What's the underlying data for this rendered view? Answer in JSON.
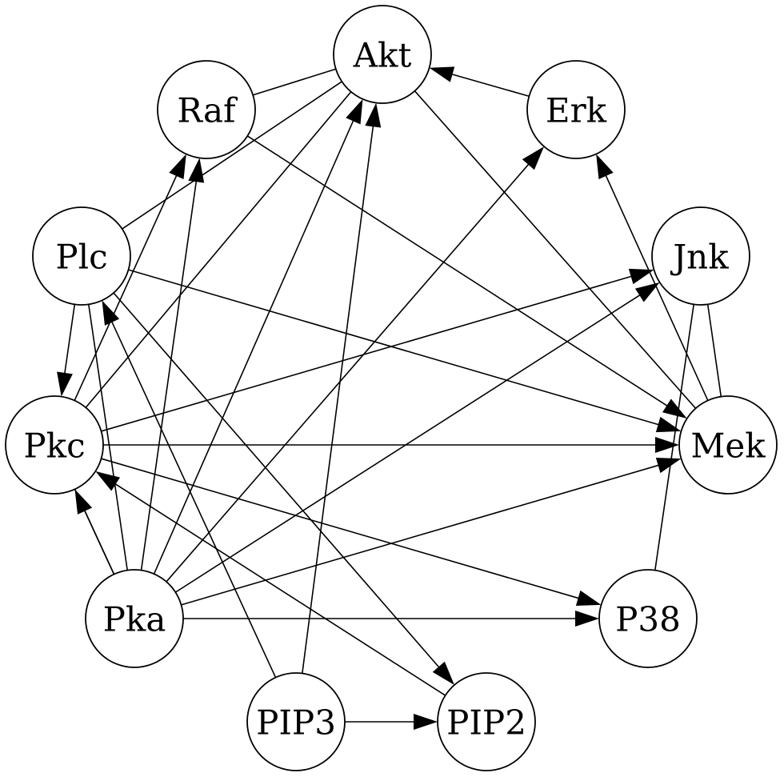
{
  "nodes": [
    {
      "id": "akt",
      "label": "Akt"
    },
    {
      "id": "raf",
      "label": "Raf"
    },
    {
      "id": "erk",
      "label": "Erk"
    },
    {
      "id": "plc",
      "label": "Plc"
    },
    {
      "id": "jnk",
      "label": "Jnk"
    },
    {
      "id": "pkc",
      "label": "Pkc"
    },
    {
      "id": "mek",
      "label": "Mek"
    },
    {
      "id": "pka",
      "label": "Pka"
    },
    {
      "id": "p38",
      "label": "P38"
    },
    {
      "id": "pip3",
      "label": "PIP3"
    },
    {
      "id": "pip2",
      "label": "PIP2"
    }
  ],
  "edges": [
    {
      "from": "raf",
      "to": "akt",
      "directed": false
    },
    {
      "from": "erk",
      "to": "akt",
      "directed": true
    },
    {
      "from": "akt",
      "to": "mek",
      "directed": false
    },
    {
      "from": "raf",
      "to": "mek",
      "directed": true
    },
    {
      "from": "plc",
      "to": "akt",
      "directed": false
    },
    {
      "from": "plc",
      "to": "pkc",
      "directed": true
    },
    {
      "from": "plc",
      "to": "mek",
      "directed": true
    },
    {
      "from": "plc",
      "to": "pip2",
      "directed": true
    },
    {
      "from": "plc",
      "to": "pka",
      "directed": false
    },
    {
      "from": "pkc",
      "to": "raf",
      "directed": true
    },
    {
      "from": "pkc",
      "to": "akt",
      "directed": false
    },
    {
      "from": "pkc",
      "to": "jnk",
      "directed": true
    },
    {
      "from": "pkc",
      "to": "mek",
      "directed": true
    },
    {
      "from": "pkc",
      "to": "p38",
      "directed": true
    },
    {
      "from": "pkc",
      "to": "pka",
      "directed": false
    },
    {
      "from": "pka",
      "to": "raf",
      "directed": true
    },
    {
      "from": "pka",
      "to": "pkc",
      "directed": true
    },
    {
      "from": "pka",
      "to": "akt",
      "directed": true
    },
    {
      "from": "pka",
      "to": "erk",
      "directed": true
    },
    {
      "from": "pka",
      "to": "jnk",
      "directed": true
    },
    {
      "from": "pka",
      "to": "mek",
      "directed": true
    },
    {
      "from": "pka",
      "to": "p38",
      "directed": true
    },
    {
      "from": "pip3",
      "to": "plc",
      "directed": true
    },
    {
      "from": "pip3",
      "to": "akt",
      "directed": true
    },
    {
      "from": "pip3",
      "to": "pip2",
      "directed": true
    },
    {
      "from": "pip2",
      "to": "pkc",
      "directed": true
    },
    {
      "from": "mek",
      "to": "erk",
      "directed": true
    },
    {
      "from": "mek",
      "to": "jnk",
      "directed": false
    },
    {
      "from": "p38",
      "to": "jnk",
      "directed": false
    }
  ]
}
